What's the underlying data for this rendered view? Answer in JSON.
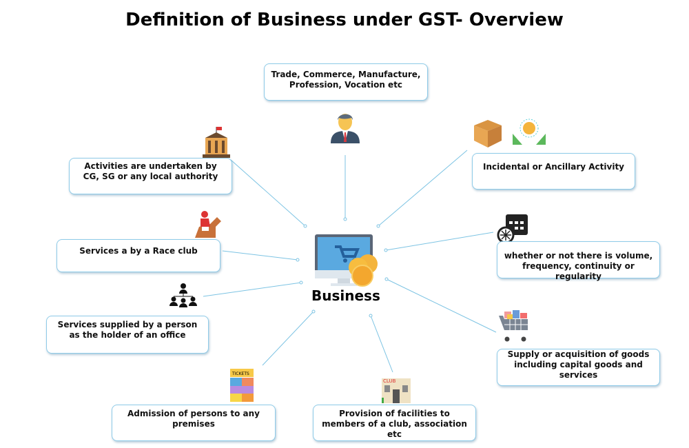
{
  "title": "Definition of Business under GST- Overview",
  "center_label": "Business",
  "items": [
    {
      "text": "Trade, Commerce, Manufacture, Profession, Vocation etc",
      "icon": "businessman-icon"
    },
    {
      "text": "Incidental or Ancillary  Activity",
      "icon": "box-and-brain-icon"
    },
    {
      "text": "whether or not there is volume, frequency, continuity or regularity",
      "icon": "calendar-icon"
    },
    {
      "text": "Supply or acquisition of goods including capital goods and services",
      "icon": "shopping-cart-icon"
    },
    {
      "text": "Provision of facilities to members of a club, association etc",
      "icon": "club-building-icon"
    },
    {
      "text": "Admission of persons to any premises",
      "icon": "tickets-icon"
    },
    {
      "text": "Services supplied by a person as the holder of an office",
      "icon": "hierarchy-icon"
    },
    {
      "text": "Services a by a Race club",
      "icon": "horse-racing-icon"
    },
    {
      "text": "Activities are undertaken by CG, SG or any local authority",
      "icon": "government-building-icon"
    }
  ],
  "colors": {
    "line": "#7cc3e3",
    "border": "#8fcbe8"
  }
}
